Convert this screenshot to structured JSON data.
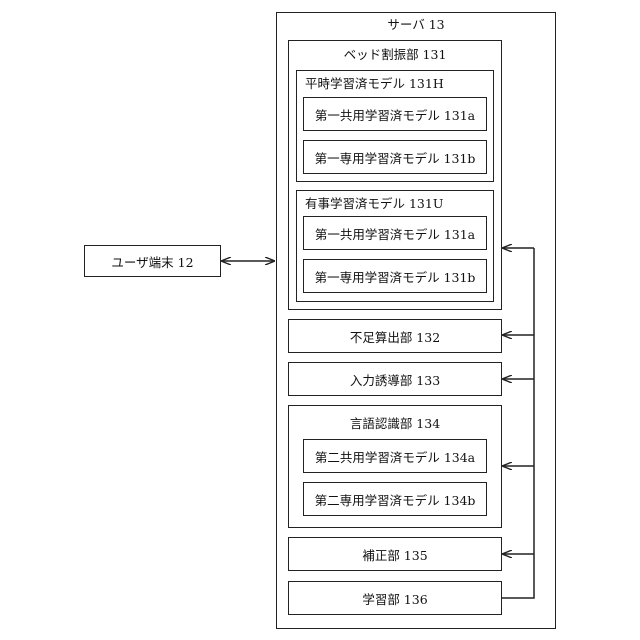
{
  "terminal": {
    "label": "ユーザ端末 12"
  },
  "server": {
    "label": "サーバ 13",
    "bed_allocation": {
      "label": "ベッド割振部 131",
      "normal_model": {
        "label": "平時学習済モデル 131H",
        "items": [
          "第一共用学習済モデル 131a",
          "第一専用学習済モデル 131b"
        ]
      },
      "emergency_model": {
        "label": "有事学習済モデル 131U",
        "items": [
          "第一共用学習済モデル 131a",
          "第一専用学習済モデル 131b"
        ]
      }
    },
    "shortage_calc": {
      "label": "不足算出部 132"
    },
    "input_guide": {
      "label": "入力誘導部 133"
    },
    "language_recognition": {
      "label": "言語認識部 134",
      "items": [
        "第二共用学習済モデル 134a",
        "第二専用学習済モデル 134b"
      ]
    },
    "correction": {
      "label": "補正部 135"
    },
    "learning": {
      "label": "学習部 136"
    }
  }
}
